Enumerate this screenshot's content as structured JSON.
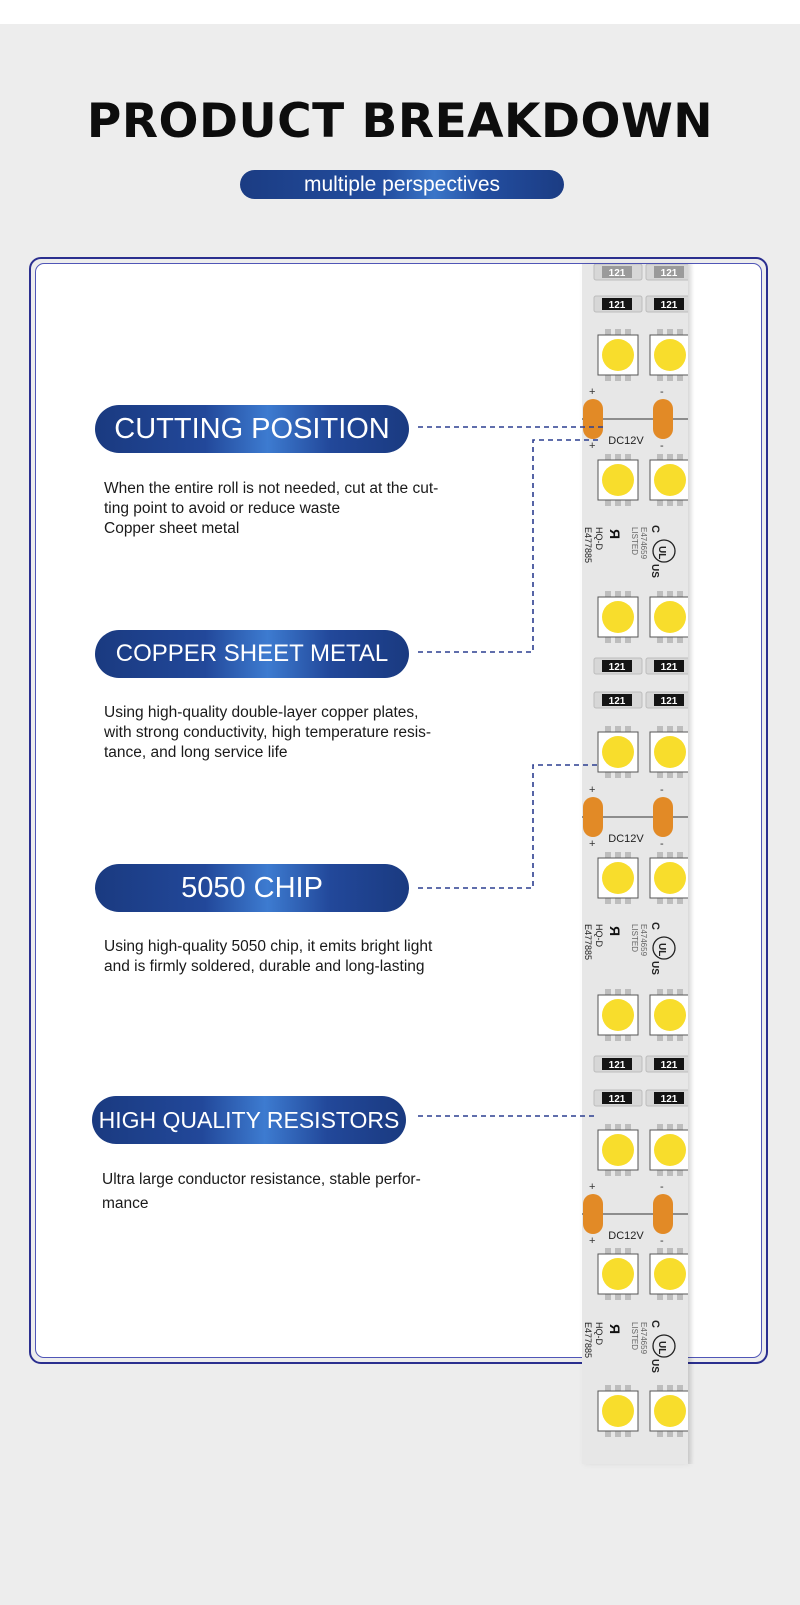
{
  "header": {
    "title": "PRODUCT BREAKDOWN",
    "subtitle": "multiple perspectives"
  },
  "features": [
    {
      "label": "CUTTING POSITION",
      "description": "When the entire roll is not needed, cut at the cut-\nting point to avoid or reduce waste\nCopper sheet metal"
    },
    {
      "label": "COPPER SHEET METAL",
      "description": "Using high-quality double-layer copper plates,\nwith strong conductivity, high temperature resis-\ntance, and long service life"
    },
    {
      "label": "5050 CHIP",
      "description": "Using high-quality 5050 chip, it emits bright light\nand is firmly soldered, durable and long-lasting"
    },
    {
      "label": "HIGH QUALITY RESISTORS",
      "description": "Ultra large conductor resistance, stable perfor-\nmance"
    }
  ],
  "strip": {
    "resistor_code": "121",
    "voltage_label": "DC12V",
    "plus_sign": "+",
    "minus_sign": "-",
    "maker_code": "HQ-D",
    "file_number": "E477885",
    "listed_text": "LISTED",
    "listing_number": "E474659",
    "cert_c": "C",
    "cert_us": "US",
    "cert_ul": "UL"
  },
  "colors": {
    "accent_blue": "#1e438f",
    "panel_border": "#2b2f8f",
    "led_yellow": "#f8dd2c",
    "copper_pad": "#e28a26",
    "dashed_line": "#2c3e90"
  }
}
